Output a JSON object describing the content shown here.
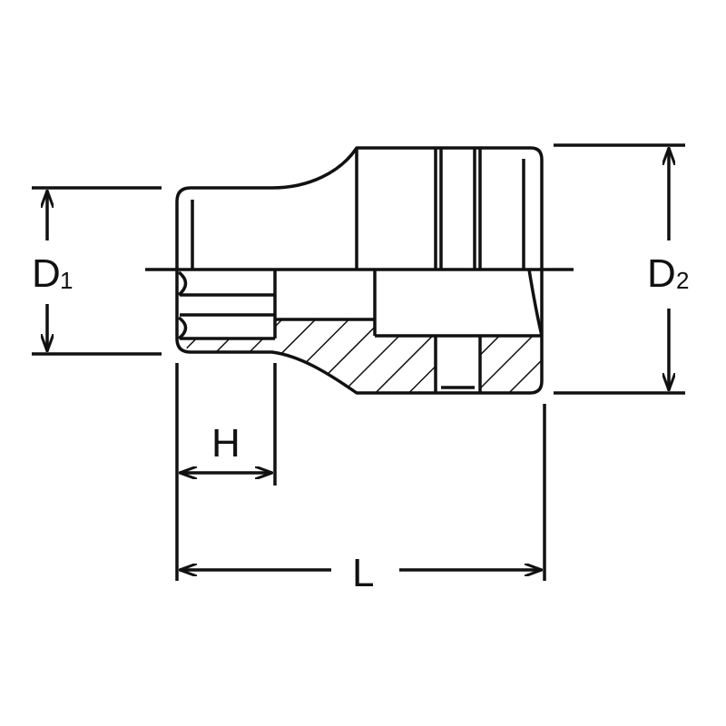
{
  "labels": {
    "d1": "D",
    "d1_sub": "1",
    "d2": "D",
    "d2_sub": "2",
    "h": "H",
    "l": "L"
  },
  "colors": {
    "line": "#111111",
    "background": "#ffffff"
  }
}
